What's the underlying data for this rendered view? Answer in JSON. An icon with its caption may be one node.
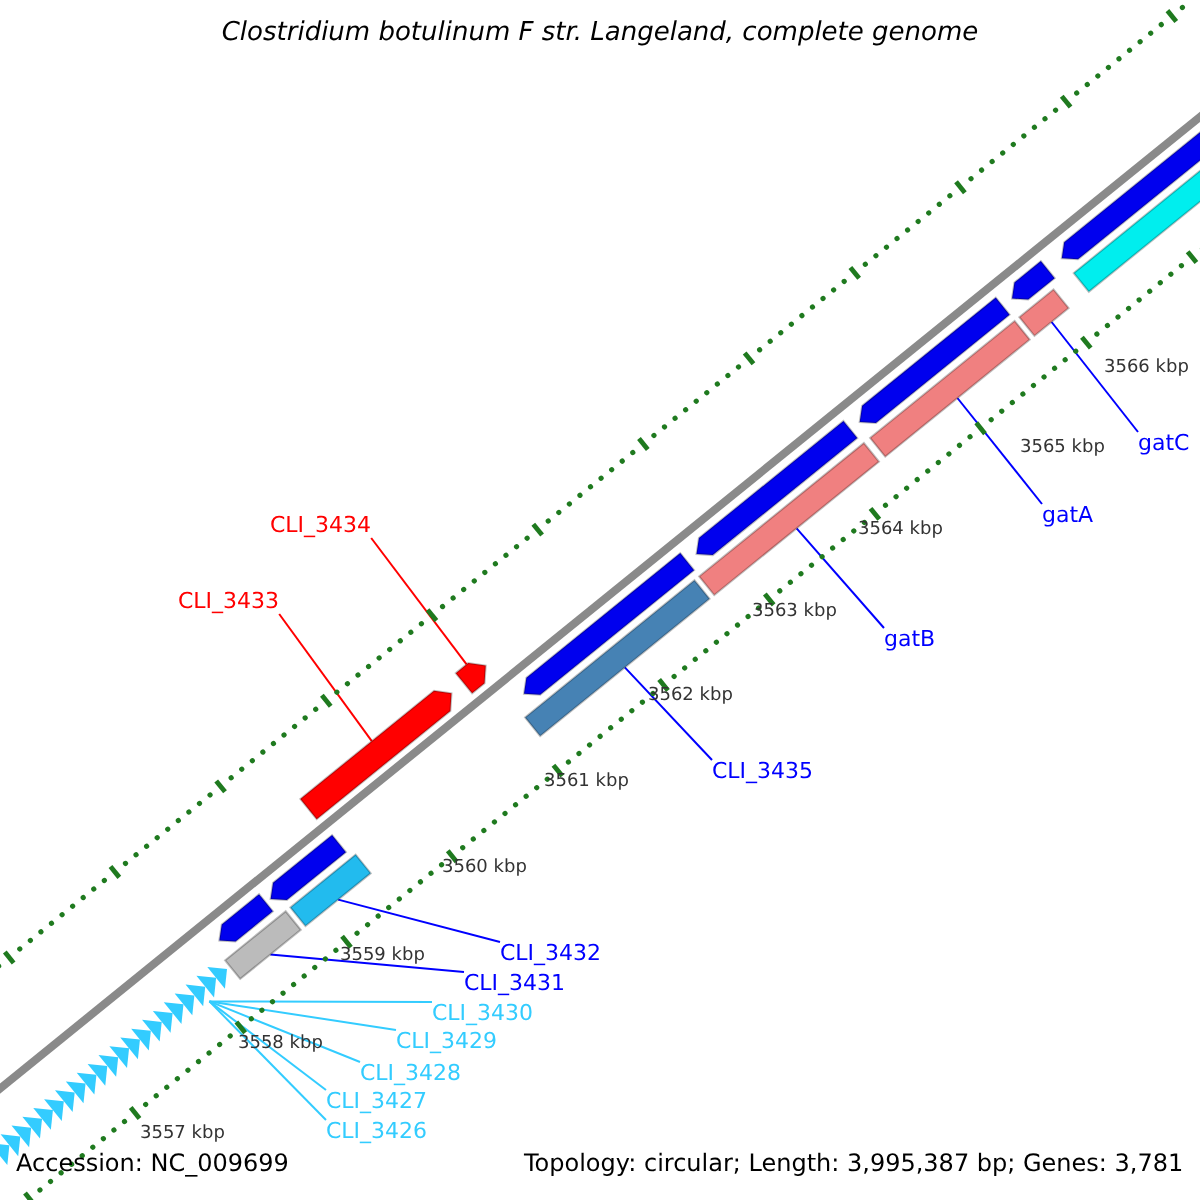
{
  "diagram": {
    "title": "Clostridium botulinum F str. Langeland, complete genome",
    "nodes": [
      {
        "text": [
          "gatC"
        ]
      },
      {
        "text": [
          "gatA"
        ]
      },
      {
        "text": [
          "CLI_3434"
        ]
      },
      {
        "text": [
          "gatB"
        ]
      },
      {
        "text": [
          "CLI_3433"
        ]
      },
      {
        "text": [
          "CLI_3435"
        ]
      },
      {
        "text": [
          "CLI_3432"
        ]
      },
      {
        "text": [
          "CLI_3431"
        ]
      },
      {
        "text": [
          "CLI_3430"
        ]
      },
      {
        "text": [
          "CLI_3429"
        ]
      },
      {
        "text": [
          "CLI_3428"
        ]
      },
      {
        "text": [
          "CLI_3427"
        ]
      },
      {
        "text": [
          "CLI_3426"
        ]
      },
      {
        "text": [],
        "shape": "arrow"
      },
      {
        "text": [],
        "shape": "bar"
      },
      {
        "text": [],
        "shape": "bar"
      },
      {
        "text": [],
        "shape": "bar"
      },
      {
        "text": [],
        "shape": "bar"
      },
      {
        "text": [],
        "shape": "bar"
      },
      {
        "text": [],
        "shape": "bar"
      },
      {
        "text": [],
        "shape": "bar"
      },
      {
        "text": [],
        "shape": "bar"
      },
      {
        "text": [],
        "shape": "bar"
      },
      {
        "text": [],
        "shape": "bar"
      },
      {
        "text": [],
        "shape": "bar"
      },
      {
        "text": [],
        "shape": "bar"
      },
      {
        "text": [],
        "shape": "bar"
      },
      {
        "text": [],
        "shape": "bar"
      },
      {
        "text": [],
        "shape": "bar"
      },
      {
        "text": [],
        "shape": "bar"
      }
    ],
    "edges": [
      {
        "from": 0,
        "to": 27,
        "arrow": "none"
      },
      {
        "from": 1,
        "to": 25,
        "arrow": "none"
      },
      {
        "from": 2,
        "to": 19,
        "arrow": "none",
        "color": "#ff0000"
      },
      {
        "from": 3,
        "to": 23,
        "arrow": "none"
      },
      {
        "from": 4,
        "to": 18,
        "arrow": "none",
        "color": "#ff0000"
      },
      {
        "from": 5,
        "to": 21,
        "arrow": "none"
      },
      {
        "from": 6,
        "to": 17,
        "arrow": "none"
      },
      {
        "from": 7,
        "to": 15,
        "arrow": "none"
      },
      {
        "from": 8,
        "to": 13,
        "arrow": "none",
        "color": "#33ccff"
      },
      {
        "from": 9,
        "to": 13,
        "arrow": "none",
        "color": "#33ccff"
      },
      {
        "from": 10,
        "to": 13,
        "arrow": "none",
        "color": "#33ccff"
      },
      {
        "from": 11,
        "to": 13,
        "arrow": "none",
        "color": "#33ccff"
      },
      {
        "from": 12,
        "to": 13,
        "arrow": "none",
        "color": "#33ccff"
      }
    ],
    "labels": [
      "3566 kbp",
      "3565 kbp",
      "3564 kbp",
      "3563 kbp",
      "3562 kbp",
      "3561 kbp",
      "3560 kbp",
      "3559 kbp",
      "3558 kbp",
      "3557 kbp",
      "Accession: NC_009699",
      "Topology: circular; Length: 3,995,387 bp; Genes: 3,781"
    ]
  }
}
